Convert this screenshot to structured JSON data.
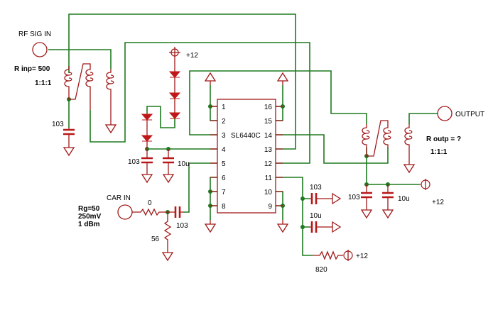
{
  "diagram": {
    "type": "schematic",
    "ic": {
      "name": "SL6440C",
      "pins_left": [
        "1",
        "2",
        "3",
        "4",
        "5",
        "6",
        "7",
        "8"
      ],
      "pins_right": [
        "16",
        "15",
        "14",
        "13",
        "12",
        "11",
        "10",
        "9"
      ]
    },
    "input": {
      "label": "RF SIG  IN",
      "impedance": "R inp=  500",
      "ratio": "1:1:1",
      "cap": "103"
    },
    "output": {
      "label": "OUTPUT",
      "impedance": "R outp = ?",
      "ratio": "1:1:1",
      "cap1": "103",
      "cap2": "10u",
      "supply": "+12"
    },
    "bias": {
      "supply": "+12",
      "cap1": "103",
      "cap2": "10u"
    },
    "carrier": {
      "label": "CAR IN",
      "rg": "Rg=50",
      "level": "250mV",
      "dbm": "1 dBm",
      "series_r": "0",
      "shunt_r": "56",
      "cap": "103"
    },
    "pin11": {
      "cap1": "103",
      "cap2": "10u",
      "resistor": "820",
      "supply": "+12"
    },
    "colors": {
      "wire": "#1f7a1f",
      "component": "#a01818",
      "junction": "#1f7a1f"
    }
  }
}
